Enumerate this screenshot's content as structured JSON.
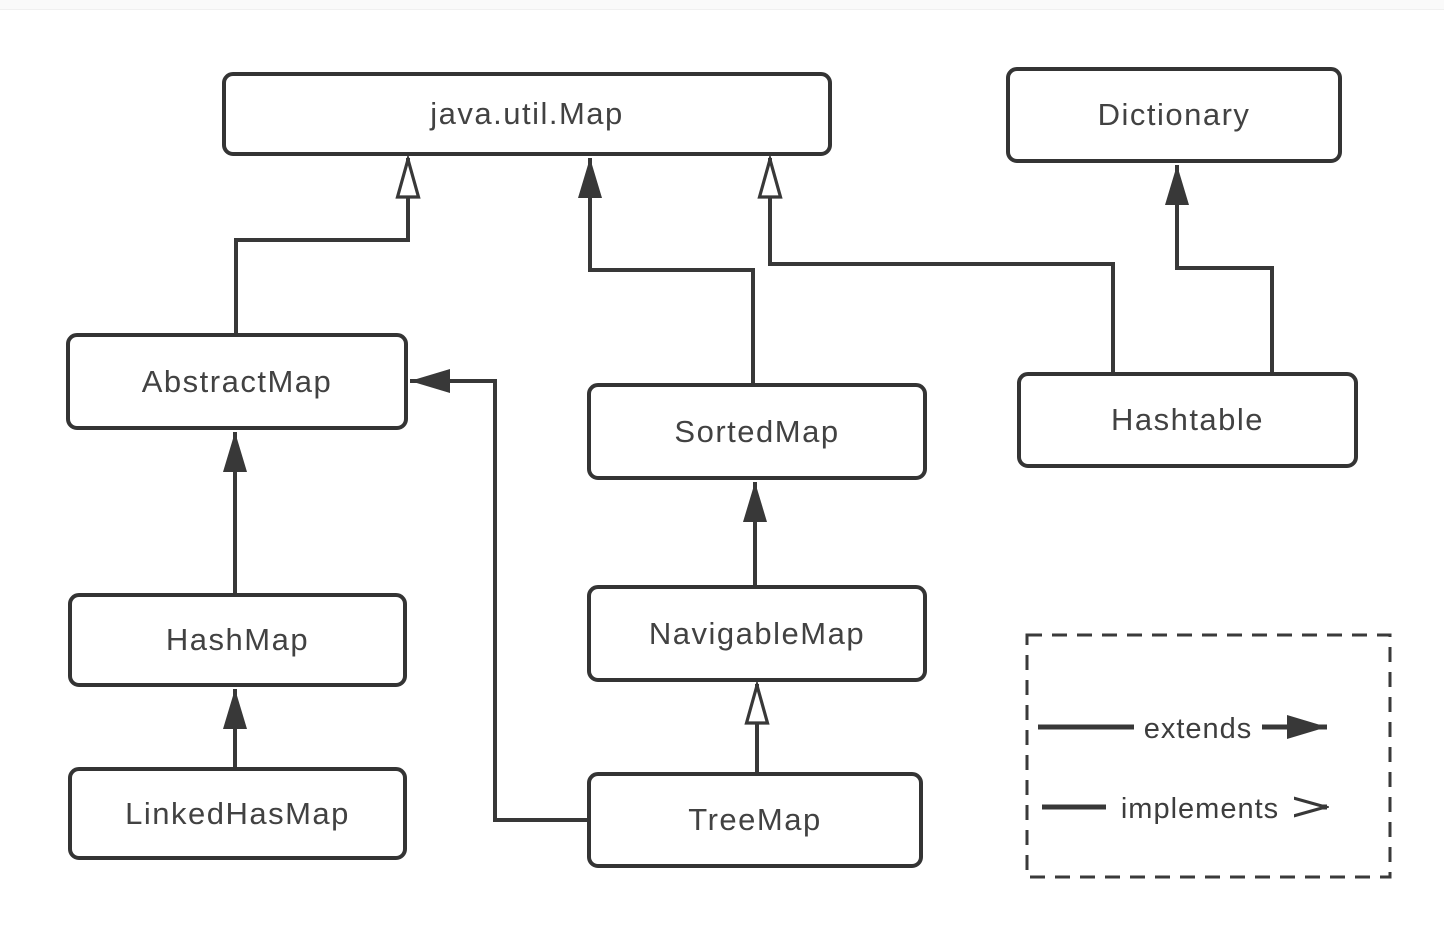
{
  "nodes": {
    "map": {
      "label": "java.util.Map"
    },
    "dictionary": {
      "label": "Dictionary"
    },
    "abstractmap": {
      "label": "AbstractMap"
    },
    "sortedmap": {
      "label": "SortedMap"
    },
    "hashtable": {
      "label": "Hashtable"
    },
    "hashmap": {
      "label": "HashMap"
    },
    "navigablemap": {
      "label": "NavigableMap"
    },
    "linkedhasmap": {
      "label": "LinkedHasMap"
    },
    "treemap": {
      "label": "TreeMap"
    }
  },
  "edges": [
    {
      "from": "AbstractMap",
      "to": "java.util.Map",
      "relation": "implements"
    },
    {
      "from": "SortedMap",
      "to": "java.util.Map",
      "relation": "extends"
    },
    {
      "from": "Hashtable",
      "to": "java.util.Map",
      "relation": "implements"
    },
    {
      "from": "Hashtable",
      "to": "Dictionary",
      "relation": "extends"
    },
    {
      "from": "HashMap",
      "to": "AbstractMap",
      "relation": "extends"
    },
    {
      "from": "LinkedHasMap",
      "to": "HashMap",
      "relation": "extends"
    },
    {
      "from": "NavigableMap",
      "to": "SortedMap",
      "relation": "extends"
    },
    {
      "from": "TreeMap",
      "to": "NavigableMap",
      "relation": "implements"
    },
    {
      "from": "TreeMap",
      "to": "AbstractMap",
      "relation": "extends"
    }
  ],
  "legend": {
    "extends_label": "extends",
    "implements_label": "implements"
  },
  "colors": {
    "line": "#383838",
    "text": "#424242",
    "box_fill": "#ffffff",
    "background": "#ffffff"
  }
}
